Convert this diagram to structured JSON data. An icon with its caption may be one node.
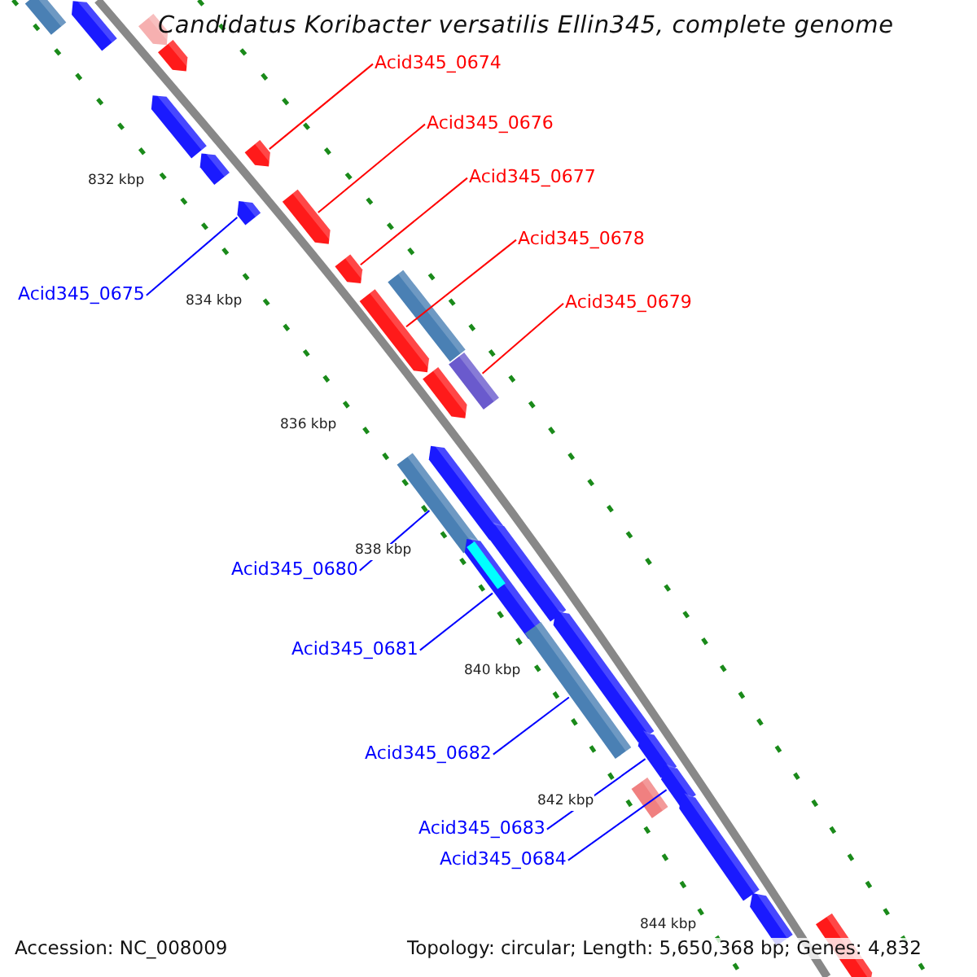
{
  "diagram": {
    "title": "Candidatus Koribacter versatilis Ellin345, complete genome",
    "nodes": [
      {
        "text": [
          "Acid345_0674"
        ]
      },
      {
        "text": [
          "Acid345_0676"
        ]
      },
      {
        "text": [
          "Acid345_0677"
        ]
      },
      {
        "text": [
          "Acid345_0678"
        ]
      },
      {
        "text": [
          "Acid345_0675"
        ]
      },
      {
        "text": [
          "Acid345_0679"
        ]
      },
      {
        "text": [
          "Acid345_0680"
        ]
      },
      {
        "text": [
          "Acid345_0681"
        ]
      },
      {
        "text": [
          "Acid345_0682"
        ]
      },
      {
        "text": [
          "Acid345_0683"
        ]
      },
      {
        "text": [
          "Acid345_0684"
        ]
      },
      {
        "text": [],
        "shape": "bar"
      },
      {
        "text": [],
        "shape": "bar"
      },
      {
        "text": [],
        "shape": "bar"
      },
      {
        "text": [],
        "shape": "bar"
      },
      {
        "text": [],
        "shape": "bar"
      },
      {
        "text": [],
        "shape": "bar"
      },
      {
        "text": [],
        "shape": "bar"
      },
      {
        "text": [],
        "shape": "bar"
      },
      {
        "text": [],
        "shape": "bar"
      },
      {
        "text": [],
        "shape": "bar"
      },
      {
        "text": [],
        "shape": "bar"
      },
      {
        "text": [],
        "shape": "bar"
      },
      {
        "text": [],
        "shape": "bar"
      },
      {
        "text": [],
        "shape": "bar"
      },
      {
        "text": [],
        "shape": "bar"
      },
      {
        "text": [],
        "shape": "bar"
      },
      {
        "text": [],
        "shape": "bar"
      },
      {
        "text": [],
        "shape": "bar"
      },
      {
        "text": [],
        "shape": "bar"
      },
      {
        "text": [],
        "shape": "bar"
      },
      {
        "text": [],
        "shape": "bar"
      },
      {
        "text": [],
        "shape": "bar"
      },
      {
        "text": [],
        "shape": "bar"
      },
      {
        "text": [],
        "shape": "bar"
      },
      {
        "text": [],
        "shape": "bar"
      },
      {
        "text": [],
        "shape": "bar"
      }
    ],
    "edges": [
      {
        "from": 0,
        "to": 18,
        "arrow": "none",
        "color": "#ff0000"
      },
      {
        "from": 1,
        "to": 19,
        "arrow": "none",
        "color": "#ff0000"
      },
      {
        "from": 2,
        "to": 20,
        "arrow": "none",
        "color": "#ff0000"
      },
      {
        "from": 3,
        "to": 23,
        "arrow": "none",
        "color": "#ff0000"
      },
      {
        "from": 4,
        "to": 17,
        "arrow": "none"
      },
      {
        "from": 5,
        "to": 22,
        "arrow": "none",
        "color": "#ff0000"
      },
      {
        "from": 6,
        "to": 25,
        "arrow": "none"
      },
      {
        "from": 7,
        "to": 27,
        "arrow": "none"
      },
      {
        "from": 8,
        "to": 29,
        "arrow": "none"
      },
      {
        "from": 9,
        "to": 31,
        "arrow": "none"
      },
      {
        "from": 10,
        "to": 32,
        "arrow": "none"
      }
    ],
    "labels": [
      "832 kbp",
      "834 kbp",
      "836 kbp",
      "838 kbp",
      "840 kbp",
      "842 kbp",
      "844 kbp",
      "Accession: NC_008009",
      "Topology: circular; Length: 5,650,368 bp; Genes: 4,832"
    ]
  }
}
